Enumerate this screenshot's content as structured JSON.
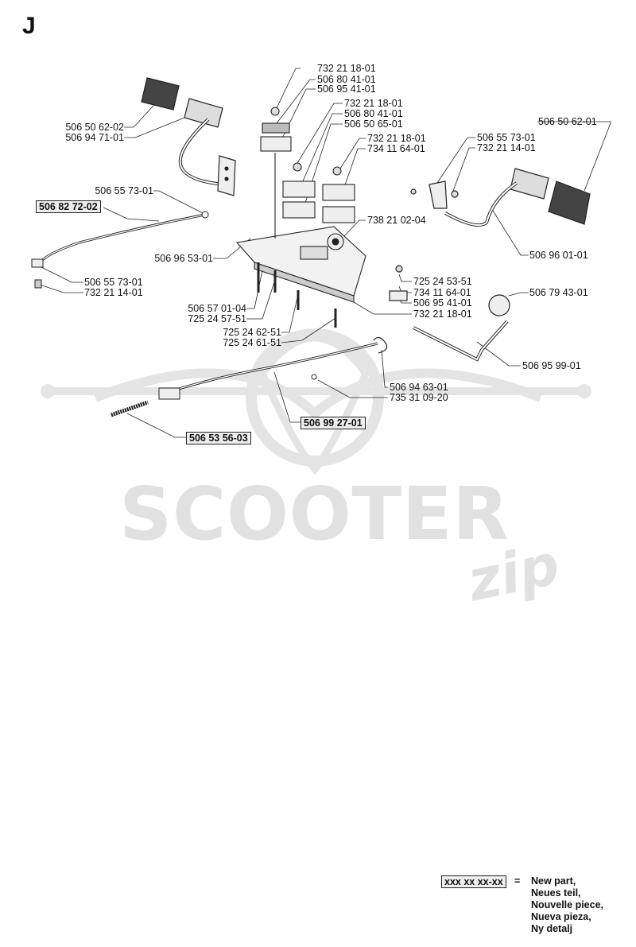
{
  "section": "J",
  "labels": {
    "l01": "732 21 18-01",
    "l02": "506 80 41-01",
    "l03": "506 95 41-01",
    "l04": "732 21 18-01",
    "l05": "506 80 41-01",
    "l06": "506 50 65-01",
    "l07": "732 21 18-01",
    "l08": "734 11 64-01",
    "l09": "738 21 02-04",
    "l10": "506 50 62-02",
    "l11": "506 94 71-01",
    "l12": "506 55 73-01",
    "l13": "506 82 72-02",
    "l14": "506 96 53-01",
    "l15": "506 55 73-01",
    "l16": "732 21 14-01",
    "l17": "506 57 01-04",
    "l18": "725 24 57-51",
    "l19": "725 24 62-51",
    "l20": "725 24 61-51",
    "l21": "506 50 62-01",
    "l22": "506 55 73-01",
    "l23": "732 21 14-01",
    "l24": "506 96 01-01",
    "l25": "725 24 53-51",
    "l26": "734 11 64-01",
    "l27": "506 95 41-01",
    "l28": "732 21 18-01",
    "l29": "506 79 43-01",
    "l30": "506 95 99-01",
    "l31": "506 94 63-01",
    "l32": "735 31 09-20",
    "l33": "506 99 27-01",
    "l34": "506 53 56-03"
  },
  "watermark": {
    "word": "SCOOTER",
    "script": "zip"
  },
  "legend": {
    "code": "xxx xx xx-xx",
    "equals": "=",
    "lines": [
      "New part,",
      "Neues teil,",
      "Nouvelle piece,",
      "Nueva pieza,",
      "Ny detalj"
    ]
  }
}
